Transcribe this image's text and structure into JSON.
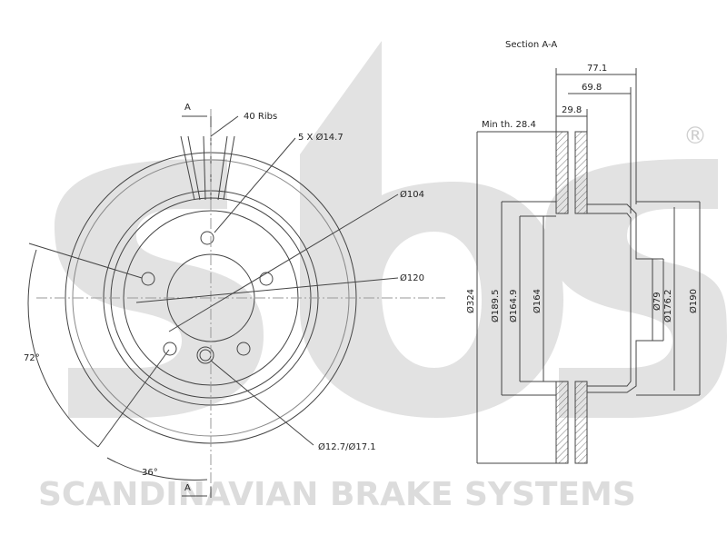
{
  "brand": {
    "logo_text": "sbs",
    "registered_mark": "®",
    "footer_text": "SCANDINAVIAN BRAKE SYSTEMS",
    "watermark_color": "#dcdcdc"
  },
  "front_view": {
    "section_marker_top": "A",
    "section_marker_bottom": "A",
    "ribs_label": "40 Ribs",
    "bolt_holes_label": "5 X Ø14.7",
    "d104_label": "Ø104",
    "d120_label": "Ø120",
    "hole_label": "Ø12.7/Ø17.1",
    "angle_72_label": "72°",
    "angle_36_label": "36°"
  },
  "section_view": {
    "title": "Section A-A",
    "min_thickness_label": "Min th. 28.4",
    "dims_horizontal": [
      "77.1",
      "69.8",
      "29.8"
    ],
    "dims_vertical": [
      "Ø324",
      "Ø189.5",
      "Ø164.9",
      "Ø164",
      "Ø79",
      "Ø176.2",
      "Ø190"
    ]
  },
  "colors": {
    "line": "#444444",
    "hatch": "#777777"
  }
}
